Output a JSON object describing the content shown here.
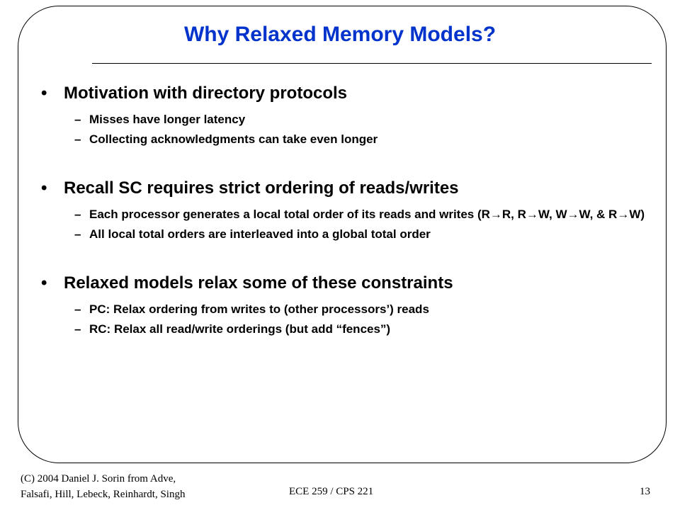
{
  "slide": {
    "title": "Why Relaxed Memory Models?",
    "bullets": [
      {
        "text": "Motivation with directory protocols",
        "subs": [
          "Misses have longer latency",
          "Collecting acknowledgments can take even longer"
        ]
      },
      {
        "text": "Recall SC requires strict ordering of reads/writes",
        "subs": [
          "Each processor generates a local total order of its reads and writes (R→R, R→W, W→W, & R→W)",
          "All local total orders are interleaved into a global total order"
        ]
      },
      {
        "text": "Relaxed models relax some of these constraints",
        "subs": [
          "PC: Relax ordering from writes to (other processors’) reads",
          "RC: Relax all read/write orderings (but add “fences”)"
        ]
      }
    ],
    "bullet_symbol": "•",
    "sub_symbol": "–"
  },
  "footer": {
    "copyright_line1": "(C) 2004 Daniel J. Sorin from Adve,",
    "copyright_line2": "Falsafi, Hill, Lebeck, Reinhardt, Singh",
    "course": "ECE 259 / CPS 221",
    "page_number": "13"
  },
  "colors": {
    "title": "#0033cc",
    "text": "#000000",
    "background": "#ffffff"
  }
}
